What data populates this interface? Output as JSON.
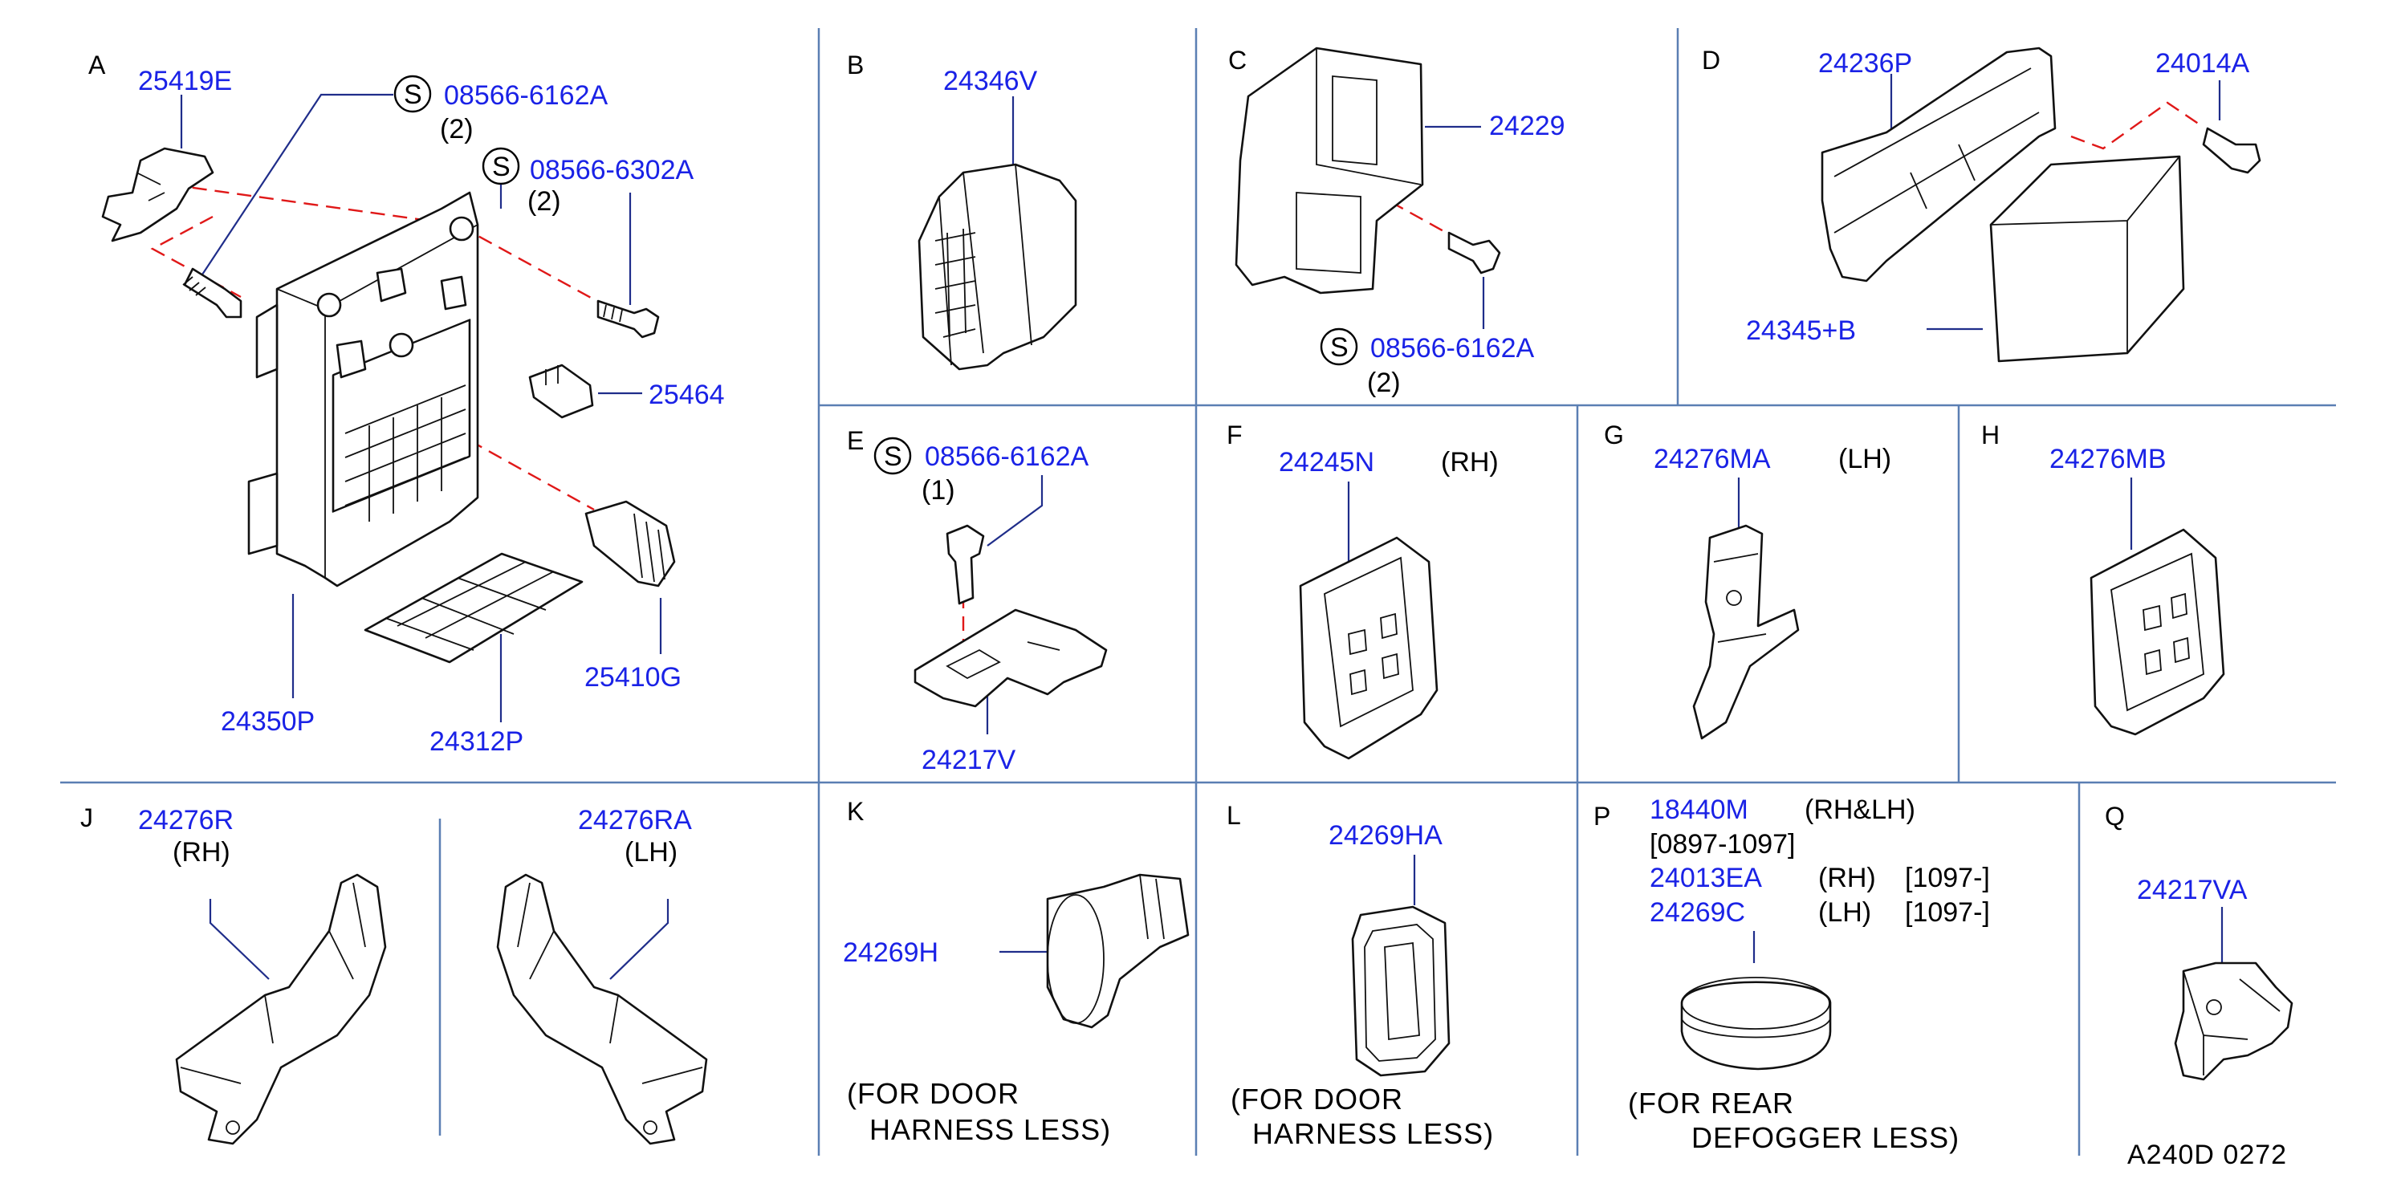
{
  "diagram_code": "A240D  0272",
  "sections": {
    "A": {
      "letter": "A",
      "labels": {
        "p25419E": "25419E",
        "p08566_6162A": "08566-6162A",
        "q1": "(2)",
        "p08566_6302A": "08566-6302A",
        "q2": "(2)",
        "p25464": "25464",
        "p25410G": "25410G",
        "p24312P": "24312P",
        "p24350P": "24350P"
      },
      "standard_mark": "S"
    },
    "B": {
      "letter": "B",
      "labels": {
        "p24346V": "24346V"
      }
    },
    "C": {
      "letter": "C",
      "labels": {
        "p24229": "24229",
        "p08566_6162A": "08566-6162A",
        "q": "(2)"
      },
      "standard_mark": "S"
    },
    "D": {
      "letter": "D",
      "labels": {
        "p24236P": "24236P",
        "p24014A": "24014A",
        "p24345B": "24345+B"
      }
    },
    "E": {
      "letter": "E",
      "labels": {
        "p08566_6162A": "08566-6162A",
        "q": "(1)",
        "p24217V": "24217V"
      },
      "standard_mark": "S"
    },
    "F": {
      "letter": "F",
      "labels": {
        "p24245N": "24245N",
        "side": "(RH)"
      }
    },
    "G": {
      "letter": "G",
      "labels": {
        "p24276MA": "24276MA",
        "side": "(LH)"
      }
    },
    "H": {
      "letter": "H",
      "labels": {
        "p24276MB": "24276MB"
      }
    },
    "J": {
      "letter": "J",
      "labels": {
        "p24276R": "24276R",
        "rh": "(RH)",
        "p24276RA": "24276RA",
        "lh": "(LH)"
      }
    },
    "K": {
      "letter": "K",
      "labels": {
        "p24269H": "24269H",
        "note1": "(FOR  DOOR",
        "note2": "HARNESS  LESS)"
      }
    },
    "L": {
      "letter": "L",
      "labels": {
        "p24269HA": "24269HA",
        "note1": "(FOR  DOOR",
        "note2": "HARNESS  LESS)"
      }
    },
    "P": {
      "letter": "P",
      "labels": {
        "p18440M": "18440M",
        "side1": "(RH&LH)",
        "date1": "[0897-1097]",
        "p24013EA": "24013EA",
        "side2": "(RH)",
        "date2": "[1097-]",
        "p24269C": "24269C",
        "side3": "(LH)",
        "date3": "[1097-]",
        "note1": "(FOR  REAR",
        "note2": "DEFOGGER  LESS)"
      }
    },
    "Q": {
      "letter": "Q",
      "labels": {
        "p24217VA": "24217VA"
      }
    }
  }
}
